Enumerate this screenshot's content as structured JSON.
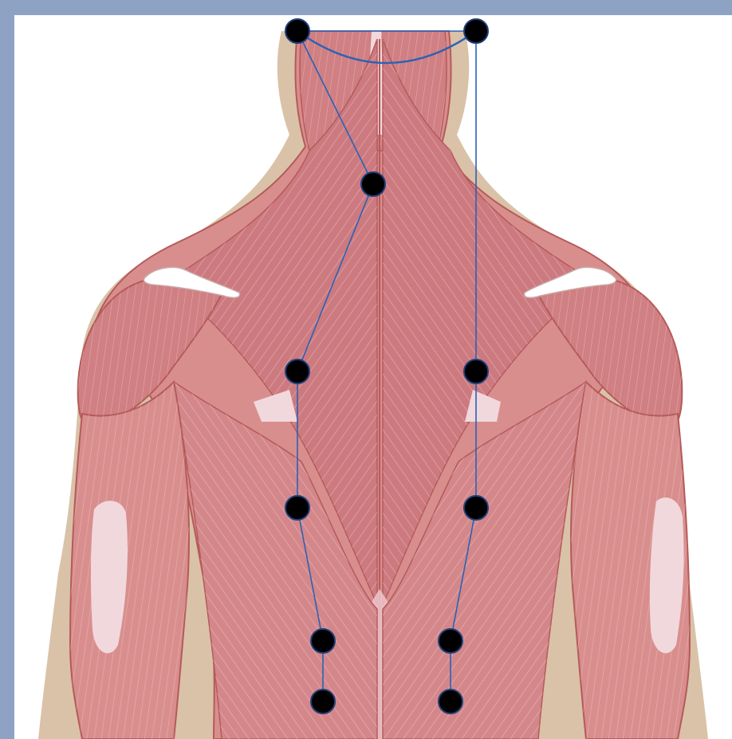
{
  "figure": {
    "subject": "posterior-torso-muscles",
    "colors": {
      "frame": "#8ea3c4",
      "background": "#ffffff",
      "shadow": "#d9c2a8",
      "muscle": "#d98e8e",
      "muscle_dark": "#c86f75",
      "muscle_light": "#f0c3b8",
      "tendon": "#f1d8dc",
      "outline": "#b55a5a",
      "fiber": "#f6dcd3",
      "bone": "#ffffff",
      "marker": "#000000",
      "marker_edge": "#1f3f7a",
      "line": "#2a62b5"
    },
    "markers": [
      {
        "id": "m1",
        "label": ""
      },
      {
        "id": "m2",
        "label": ""
      },
      {
        "id": "m3",
        "label": ""
      },
      {
        "id": "m4",
        "label": ""
      },
      {
        "id": "m5",
        "label": ""
      },
      {
        "id": "m6",
        "label": ""
      },
      {
        "id": "m7",
        "label": ""
      },
      {
        "id": "m8",
        "label": ""
      },
      {
        "id": "m9",
        "label": ""
      },
      {
        "id": "m10",
        "label": ""
      },
      {
        "id": "m11",
        "label": ""
      }
    ],
    "connections": [
      [
        "m1",
        "m2"
      ],
      [
        "m1",
        "m3"
      ],
      [
        "m3",
        "m4"
      ],
      [
        "m4",
        "m5"
      ],
      [
        "m5",
        "m6"
      ],
      [
        "m6",
        "m7"
      ],
      [
        "m2",
        "m8"
      ],
      [
        "m8",
        "m9"
      ],
      [
        "m9",
        "m10"
      ],
      [
        "m10",
        "m11"
      ]
    ]
  }
}
